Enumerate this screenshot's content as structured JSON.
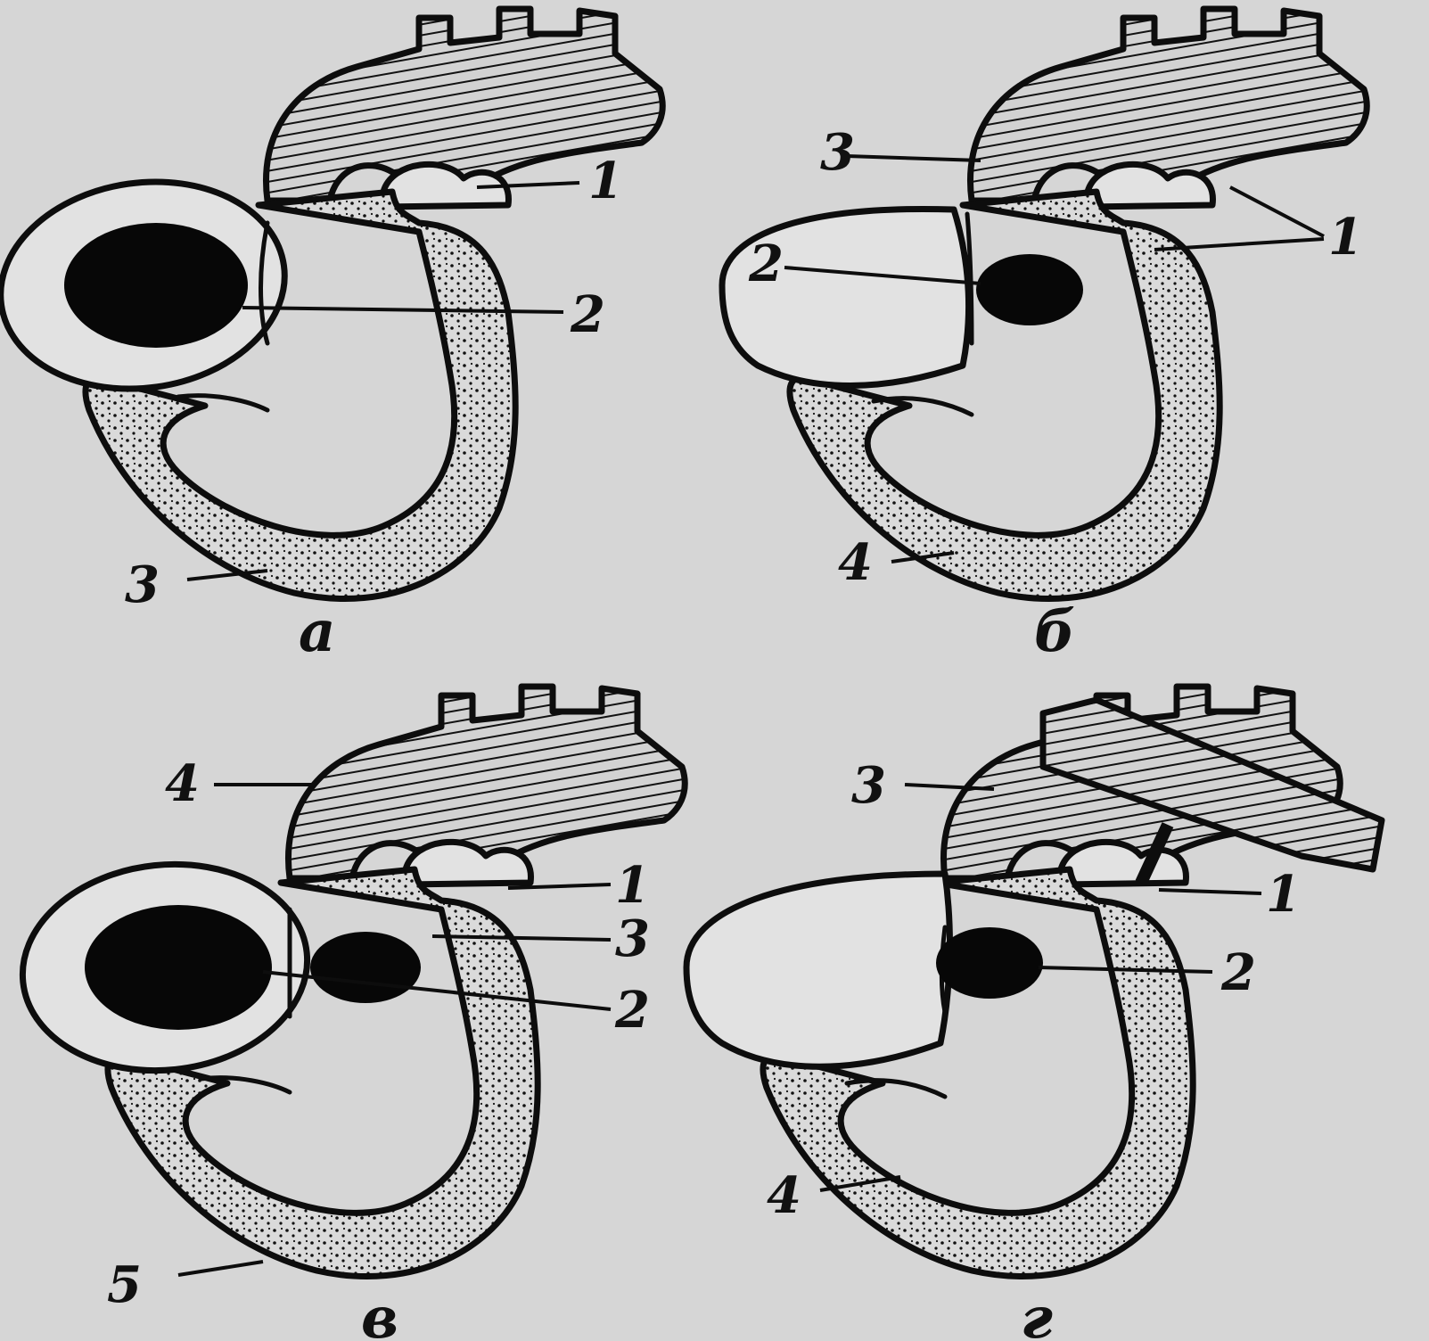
{
  "panels": [
    {
      "id": "a",
      "caption": "а",
      "labels": [
        "1",
        "2",
        "3"
      ]
    },
    {
      "id": "b",
      "caption": "б",
      "labels": [
        "3",
        "1",
        "2",
        "4"
      ]
    },
    {
      "id": "c",
      "caption": "в",
      "labels": [
        "4",
        "1",
        "3",
        "2",
        "5"
      ]
    },
    {
      "id": "d",
      "caption": "г",
      "labels": [
        "3",
        "1",
        "2",
        "4"
      ]
    }
  ],
  "colors": {
    "background": "#d6d6d6",
    "ink": "#0d0d0d"
  }
}
